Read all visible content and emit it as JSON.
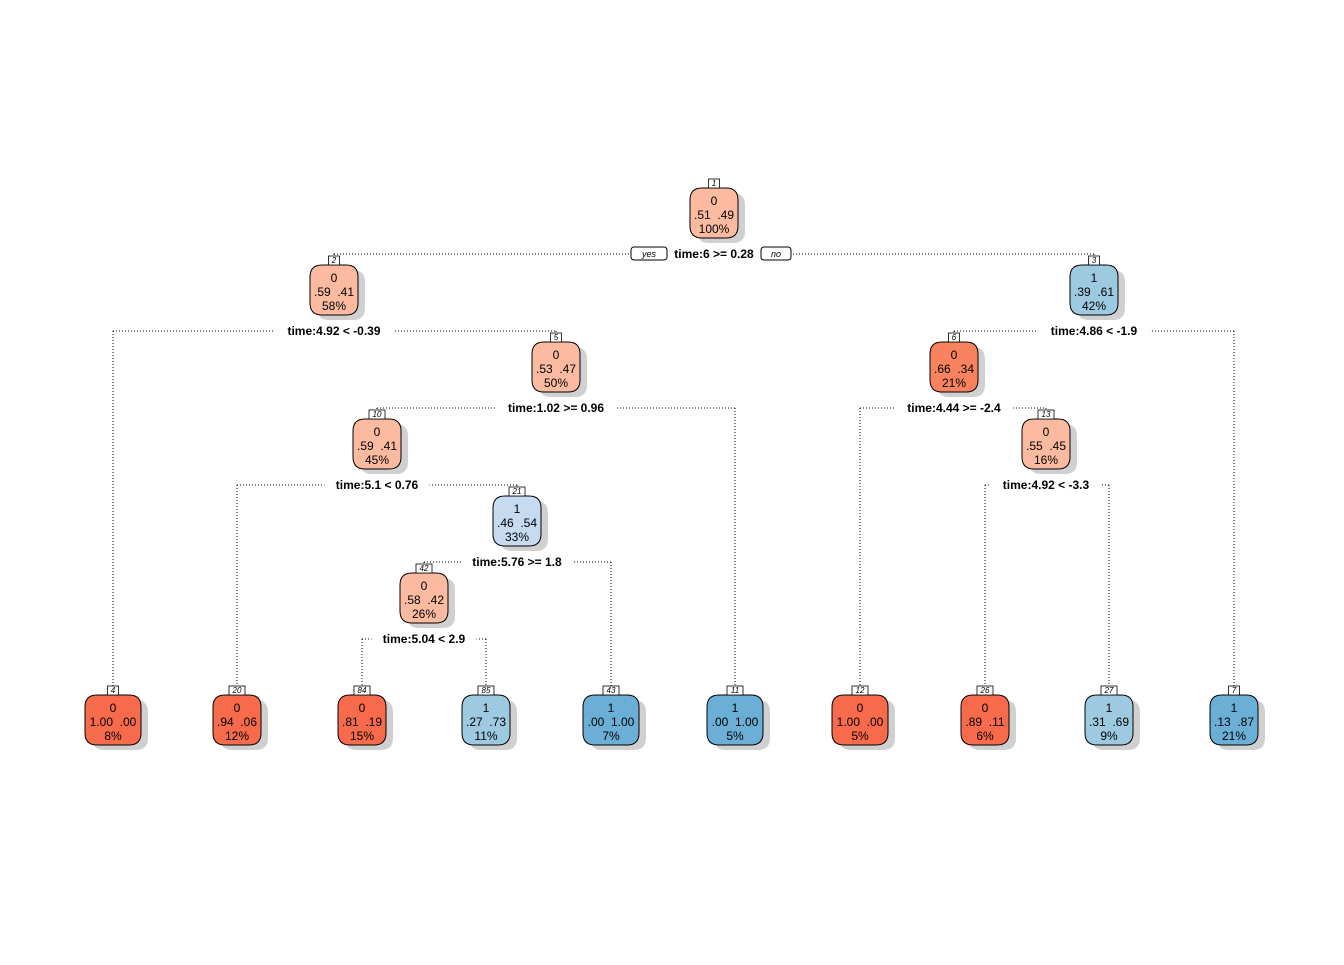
{
  "colors": {
    "red_dark": "#F86A4C",
    "red_mid": "#F9825F",
    "salmon": "#FCBBA1",
    "blue_dark": "#6BAED6",
    "blue_mid": "#9ECAE1",
    "blue_light": "#C6DBEF",
    "shadow": "#C8C8C8"
  },
  "branch_labels": {
    "yes": "yes",
    "no": "no"
  },
  "nodes": [
    {
      "id": "1",
      "cls": "0",
      "probs": ".51  .49",
      "pct": "100%",
      "color": "salmon",
      "split": "time:6 >= 0.28",
      "left": "2",
      "right": "3"
    },
    {
      "id": "2",
      "cls": "0",
      "probs": ".59  .41",
      "pct": "58%",
      "color": "salmon",
      "split": "time:4.92 < -0.39",
      "left": "4",
      "right": "5"
    },
    {
      "id": "3",
      "cls": "1",
      "probs": ".39  .61",
      "pct": "42%",
      "color": "blue_mid",
      "split": "time:4.86 < -1.9",
      "left": "6",
      "right": "7"
    },
    {
      "id": "5",
      "cls": "0",
      "probs": ".53  .47",
      "pct": "50%",
      "color": "salmon",
      "split": "time:1.02 >= 0.96",
      "left": "10",
      "right": "11"
    },
    {
      "id": "6",
      "cls": "0",
      "probs": ".66  .34",
      "pct": "21%",
      "color": "red_mid",
      "split": "time:4.44 >= -2.4",
      "left": "12",
      "right": "13"
    },
    {
      "id": "10",
      "cls": "0",
      "probs": ".59  .41",
      "pct": "45%",
      "color": "salmon",
      "split": "time:5.1 < 0.76",
      "left": "20",
      "right": "21"
    },
    {
      "id": "13",
      "cls": "0",
      "probs": ".55  .45",
      "pct": "16%",
      "color": "salmon",
      "split": "time:4.92 < -3.3",
      "left": "26",
      "right": "27"
    },
    {
      "id": "21",
      "cls": "1",
      "probs": ".46  .54",
      "pct": "33%",
      "color": "blue_light",
      "split": "time:5.76 >= 1.8",
      "left": "42",
      "right": "43"
    },
    {
      "id": "42",
      "cls": "0",
      "probs": ".58  .42",
      "pct": "26%",
      "color": "salmon",
      "split": "time:5.04 < 2.9",
      "left": "84",
      "right": "85"
    },
    {
      "id": "4",
      "cls": "0",
      "probs": "1.00  .00",
      "pct": "8%",
      "color": "red_dark"
    },
    {
      "id": "20",
      "cls": "0",
      "probs": ".94  .06",
      "pct": "12%",
      "color": "red_dark"
    },
    {
      "id": "84",
      "cls": "0",
      "probs": ".81  .19",
      "pct": "15%",
      "color": "red_dark"
    },
    {
      "id": "85",
      "cls": "1",
      "probs": ".27  .73",
      "pct": "11%",
      "color": "blue_mid"
    },
    {
      "id": "43",
      "cls": "1",
      "probs": ".00  1.00",
      "pct": "7%",
      "color": "blue_dark"
    },
    {
      "id": "11",
      "cls": "1",
      "probs": ".00  1.00",
      "pct": "5%",
      "color": "blue_dark"
    },
    {
      "id": "12",
      "cls": "0",
      "probs": "1.00  .00",
      "pct": "5%",
      "color": "red_dark"
    },
    {
      "id": "26",
      "cls": "0",
      "probs": ".89  .11",
      "pct": "6%",
      "color": "red_dark"
    },
    {
      "id": "27",
      "cls": "1",
      "probs": ".31  .69",
      "pct": "9%",
      "color": "blue_mid"
    },
    {
      "id": "7",
      "cls": "1",
      "probs": ".13  .87",
      "pct": "21%",
      "color": "blue_dark"
    }
  ]
}
